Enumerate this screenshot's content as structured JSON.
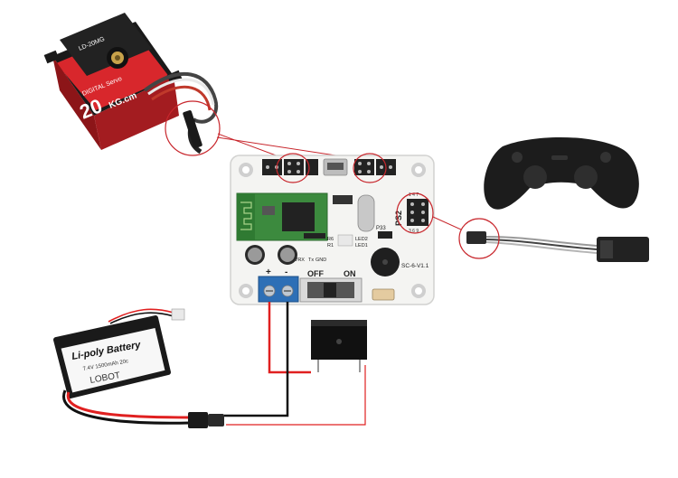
{
  "servo": {
    "brand_label": "DIGITAL Servo",
    "big_text": "20",
    "unit_text": "KG.cm",
    "top_label": "LD-20MG"
  },
  "board": {
    "ps2_label": "PS2",
    "ps2_pins_top": "1 4 7",
    "ps2_pins_bottom": "3 6 9",
    "p33_label": "P33",
    "led2_label": "LED2",
    "led1_label": "LED1",
    "r6_label": "R6",
    "r1_label": "R1",
    "rx_label": "3.3VRX",
    "tx_label": "Tx",
    "gnd_label": "GND",
    "version_label": "SC-6-V1.1",
    "off_label": "OFF",
    "on_label": "ON",
    "plus_label": "+",
    "minus_label": "-"
  },
  "battery": {
    "title": "Li-poly Battery",
    "spec": "7.4V 1500mAh 20c",
    "brand": "LOBOT"
  },
  "colors": {
    "pcb": "#f4f4f2",
    "servo_red": "#d8272c",
    "battery_white": "#f7f7f7",
    "wire_red": "#e02020",
    "callout_red": "#c8262c",
    "terminal_blue": "#2d6fb6",
    "bt_module_green": "#3c8a3e"
  }
}
